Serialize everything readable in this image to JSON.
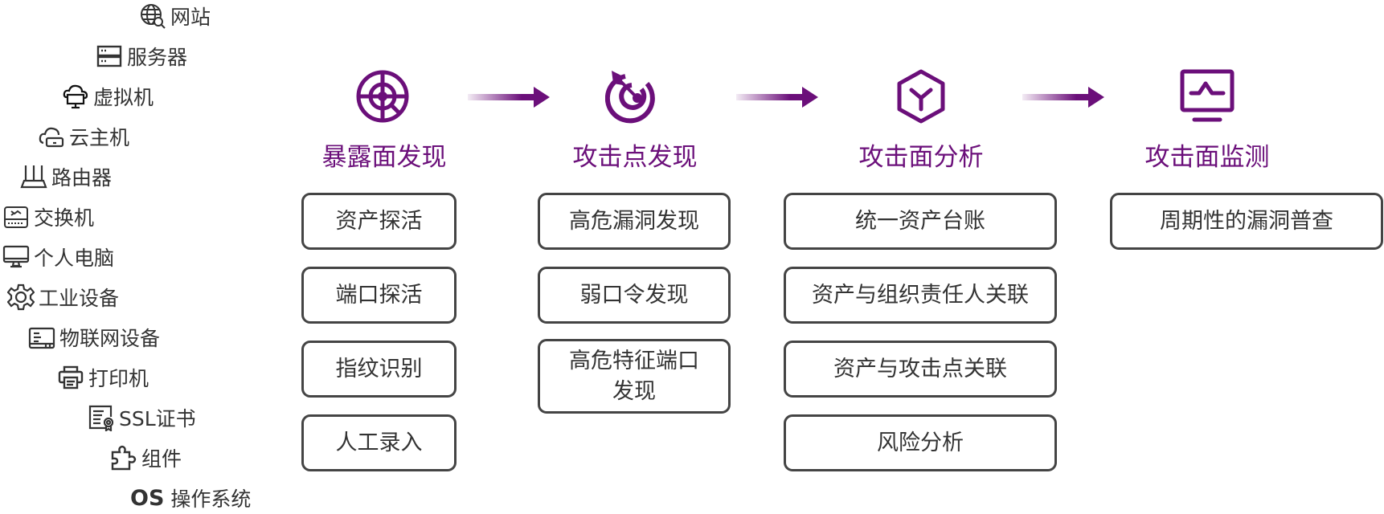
{
  "colors": {
    "accent": "#6b0f7a",
    "text": "#333333",
    "border": "#444444"
  },
  "assets": [
    {
      "label": "网站",
      "icon": "globe-search-icon"
    },
    {
      "label": "服务器",
      "icon": "server-icon"
    },
    {
      "label": "虚拟机",
      "icon": "cloud-monitor-icon"
    },
    {
      "label": "云主机",
      "icon": "cloud-host-icon"
    },
    {
      "label": "路由器",
      "icon": "router-icon"
    },
    {
      "label": "交换机",
      "icon": "switch-icon"
    },
    {
      "label": "个人电脑",
      "icon": "monitor-icon"
    },
    {
      "label": "工业设备",
      "icon": "gear-icon"
    },
    {
      "label": "物联网设备",
      "icon": "iot-device-icon"
    },
    {
      "label": "打印机",
      "icon": "printer-icon"
    },
    {
      "label": "SSL证书",
      "icon": "certificate-icon"
    },
    {
      "label": "组件",
      "icon": "puzzle-icon"
    },
    {
      "label": "操作系统",
      "icon": "os-text-icon",
      "badge": "OS"
    }
  ],
  "stages": [
    {
      "title": "暴露面发现",
      "icon": "radar-target-icon",
      "items": [
        "资产探活",
        "端口探活",
        "指纹识别",
        "人工录入"
      ]
    },
    {
      "title": "攻击点发现",
      "icon": "bullseye-arrow-icon",
      "items": [
        "高危漏洞发现",
        "弱口令发现",
        "高危特征端口\n发现"
      ]
    },
    {
      "title": "攻击面分析",
      "icon": "hexagon-y-icon",
      "items": [
        "统一资产台账",
        "资产与组织责任人关联",
        "资产与攻击点关联",
        "风险分析"
      ]
    },
    {
      "title": "攻击面监测",
      "icon": "monitor-pulse-icon",
      "items": [
        "周期性的漏洞普查"
      ]
    }
  ]
}
